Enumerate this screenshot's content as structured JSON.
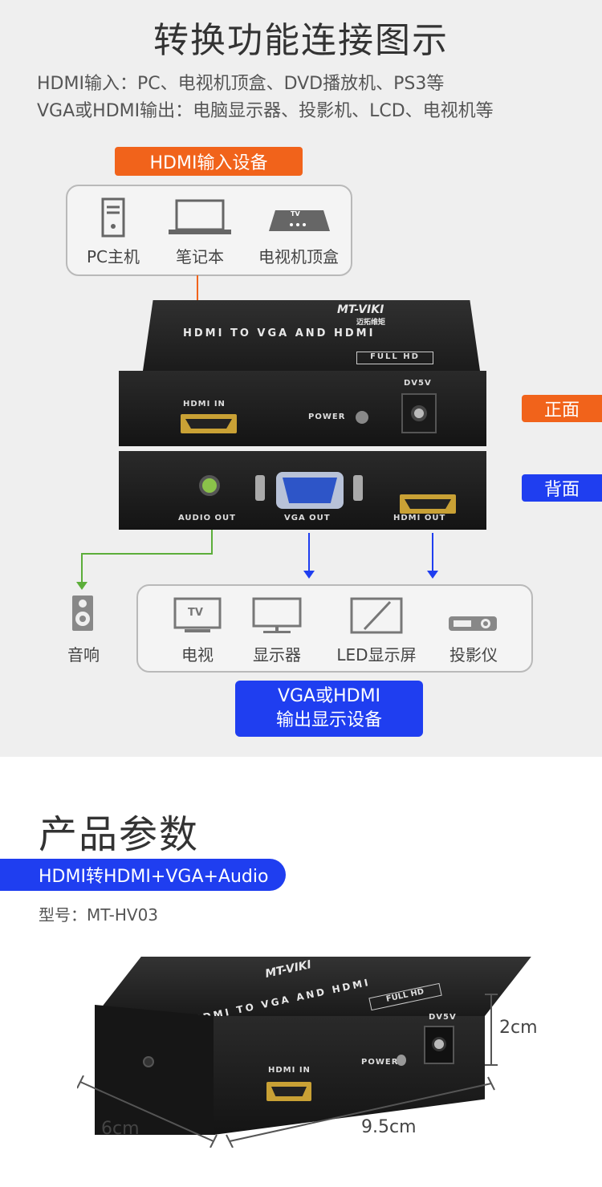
{
  "section1": {
    "title": "转换功能连接图示",
    "desc_line1": "HDMI输入：PC、电视机顶盒、DVD播放机、PS3等",
    "desc_line2": "VGA或HDMI输出：电脑显示器、投影机、LCD、电视机等",
    "input_tag": "HDMI输入设备",
    "inputs": [
      "PC主机",
      "笔记本",
      "电视机顶盒"
    ],
    "tv_mini": "TV",
    "device_brand": "MT-VIKI",
    "device_brand_cn": "迈拓维矩",
    "device_model_text": "HDMI TO VGA AND HDMI",
    "device_fullhd": "FULL HD",
    "front_ports": {
      "hdmi_in": "HDMI IN",
      "power": "POWER",
      "dc": "DV5V"
    },
    "back_ports": {
      "audio_out": "AUDIO OUT",
      "vga_out": "VGA OUT",
      "hdmi_out": "HDMI OUT"
    },
    "front_tag": "正面",
    "back_tag": "背面",
    "speaker_label": "音响",
    "outputs": [
      "电视",
      "显示器",
      "LED显示屏",
      "投影仪"
    ],
    "output_tag_line1": "VGA或HDMI",
    "output_tag_line2": "输出显示设备",
    "colors": {
      "orange": "#f1631b",
      "blue": "#1f3ef0",
      "green": "#5cae3a"
    }
  },
  "section2": {
    "title": "产品参数",
    "banner": "HDMI转HDMI+VGA+Audio",
    "model": "型号：MT-HV03",
    "dims": {
      "height": "2cm",
      "depth": "6cm",
      "width": "9.5cm"
    },
    "device_brand": "MT-VIKI",
    "device_model_text": "HDMI TO VGA AND HDMI",
    "device_fullhd": "FULL HD",
    "ports": {
      "hdmi_in": "HDMI IN",
      "power": "POWER",
      "dc": "DV5V"
    }
  }
}
